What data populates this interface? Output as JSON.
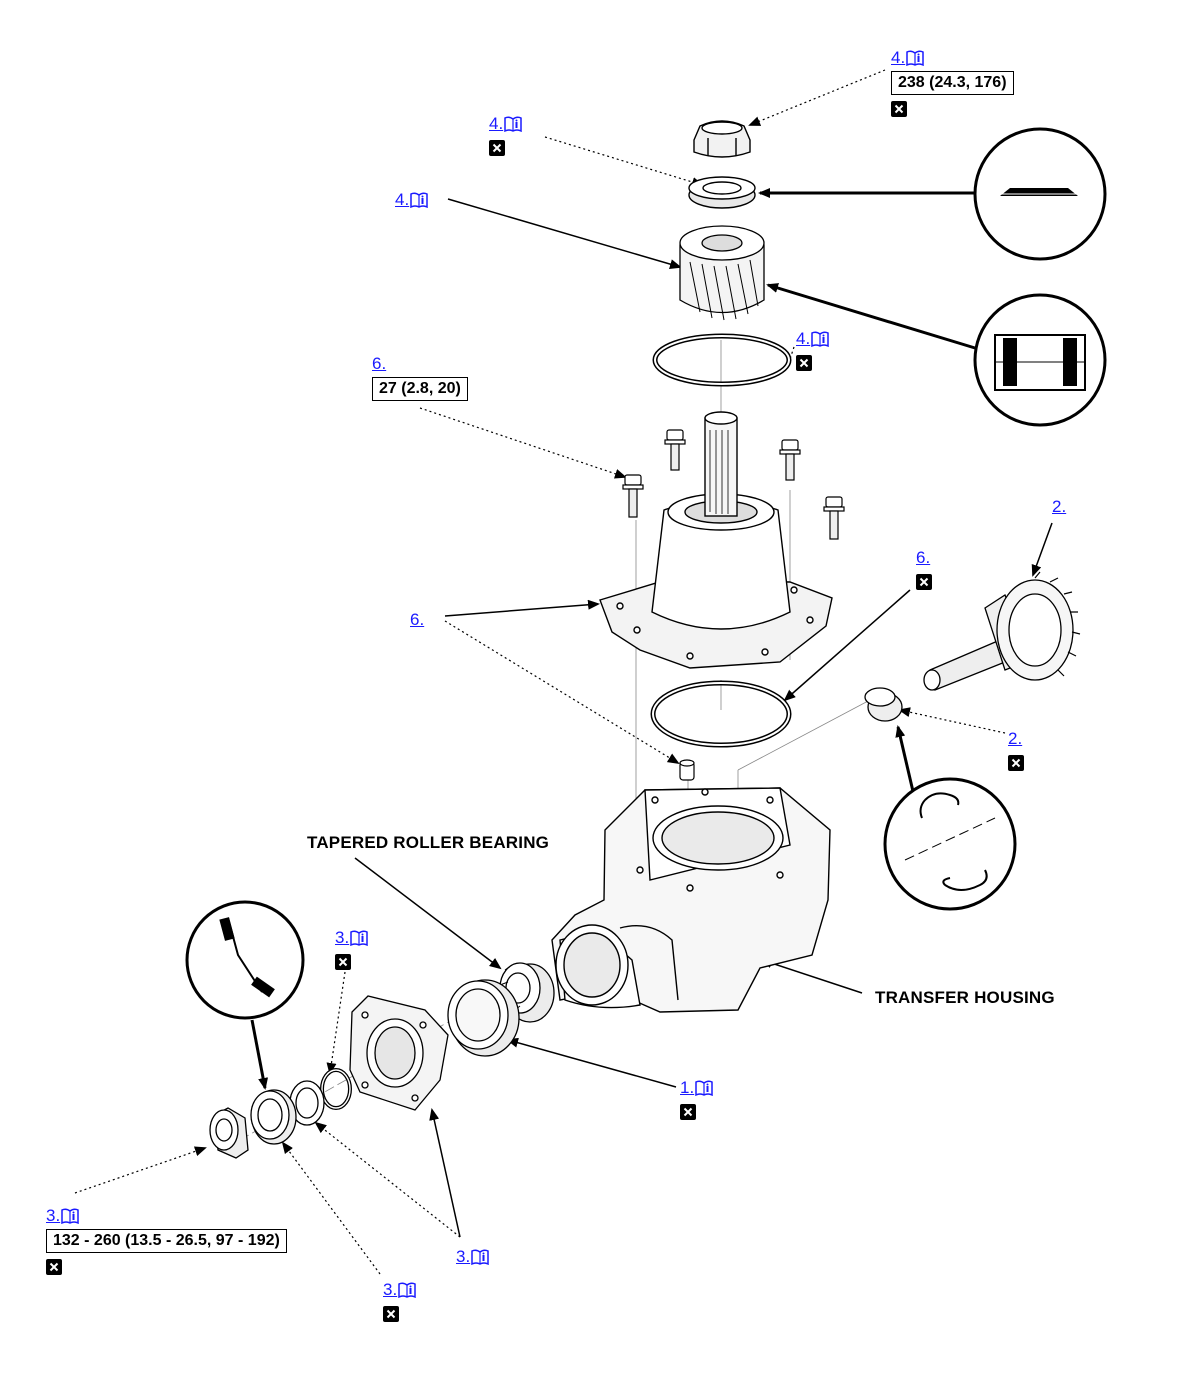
{
  "labels": {
    "tapered_roller_bearing": "TAPERED ROLLER BEARING",
    "transfer_housing": "TRANSFER HOUSING"
  },
  "callouts": {
    "c1": {
      "link": "4."
    },
    "c2": {
      "link": "4.",
      "torque": "238 (24.3, 176)"
    },
    "c3": {
      "link": "4."
    },
    "c4": {
      "link": "4."
    },
    "c5": {
      "link": "6.",
      "torque": "27 (2.8, 20)"
    },
    "c6": {
      "link": "2."
    },
    "c7": {
      "link": "6."
    },
    "c8": {
      "link": "6."
    },
    "c9": {
      "link": "2."
    },
    "c10": {
      "link": "3."
    },
    "c11": {
      "link": "1."
    },
    "c12": {
      "link": "3.",
      "torque": "132 - 260 (13.5 - 26.5, 97 - 192)"
    },
    "c13": {
      "link": "3."
    },
    "c14": {
      "link": "3."
    }
  },
  "icons": [
    "manual-book-icon",
    "do-not-reuse-icon"
  ],
  "colors": {
    "link": "#1a1aff",
    "line": "#000000"
  }
}
